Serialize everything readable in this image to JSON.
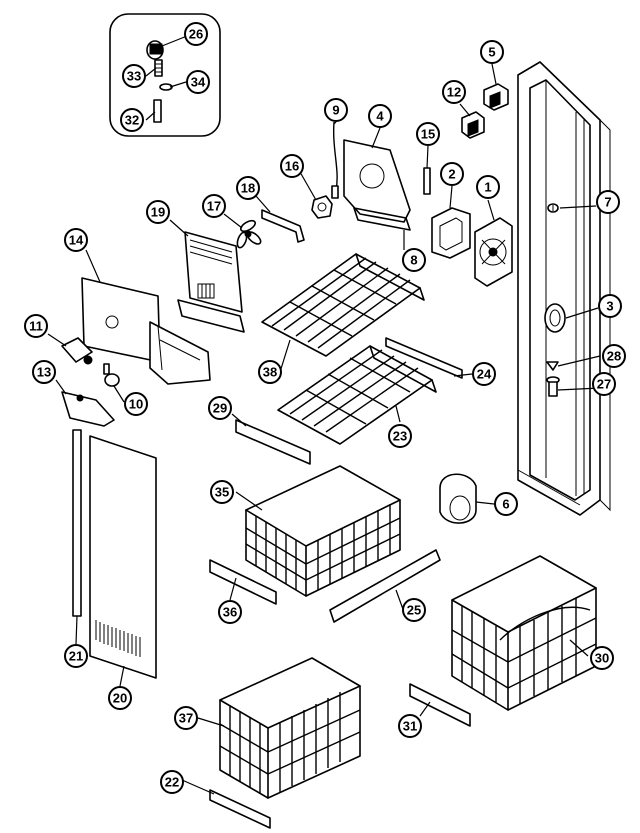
{
  "callouts": [
    {
      "id": "1",
      "label": "1"
    },
    {
      "id": "2",
      "label": "2"
    },
    {
      "id": "3",
      "label": "3"
    },
    {
      "id": "4",
      "label": "4"
    },
    {
      "id": "5",
      "label": "5"
    },
    {
      "id": "6",
      "label": "6"
    },
    {
      "id": "7",
      "label": "7"
    },
    {
      "id": "8",
      "label": "8"
    },
    {
      "id": "9",
      "label": "9"
    },
    {
      "id": "10",
      "label": "10"
    },
    {
      "id": "11",
      "label": "11"
    },
    {
      "id": "12",
      "label": "12"
    },
    {
      "id": "13",
      "label": "13"
    },
    {
      "id": "14",
      "label": "14"
    },
    {
      "id": "15",
      "label": "15"
    },
    {
      "id": "16",
      "label": "16"
    },
    {
      "id": "17",
      "label": "17"
    },
    {
      "id": "18",
      "label": "18"
    },
    {
      "id": "19",
      "label": "19"
    },
    {
      "id": "20",
      "label": "20"
    },
    {
      "id": "21",
      "label": "21"
    },
    {
      "id": "22",
      "label": "22"
    },
    {
      "id": "23",
      "label": "23"
    },
    {
      "id": "24",
      "label": "24"
    },
    {
      "id": "25",
      "label": "25"
    },
    {
      "id": "26",
      "label": "26"
    },
    {
      "id": "27",
      "label": "27"
    },
    {
      "id": "28",
      "label": "28"
    },
    {
      "id": "29",
      "label": "29"
    },
    {
      "id": "30",
      "label": "30"
    },
    {
      "id": "31",
      "label": "31"
    },
    {
      "id": "32",
      "label": "32"
    },
    {
      "id": "33",
      "label": "33"
    },
    {
      "id": "34",
      "label": "34"
    },
    {
      "id": "35",
      "label": "35"
    },
    {
      "id": "36",
      "label": "36"
    },
    {
      "id": "37",
      "label": "37"
    },
    {
      "id": "38",
      "label": "38"
    }
  ]
}
